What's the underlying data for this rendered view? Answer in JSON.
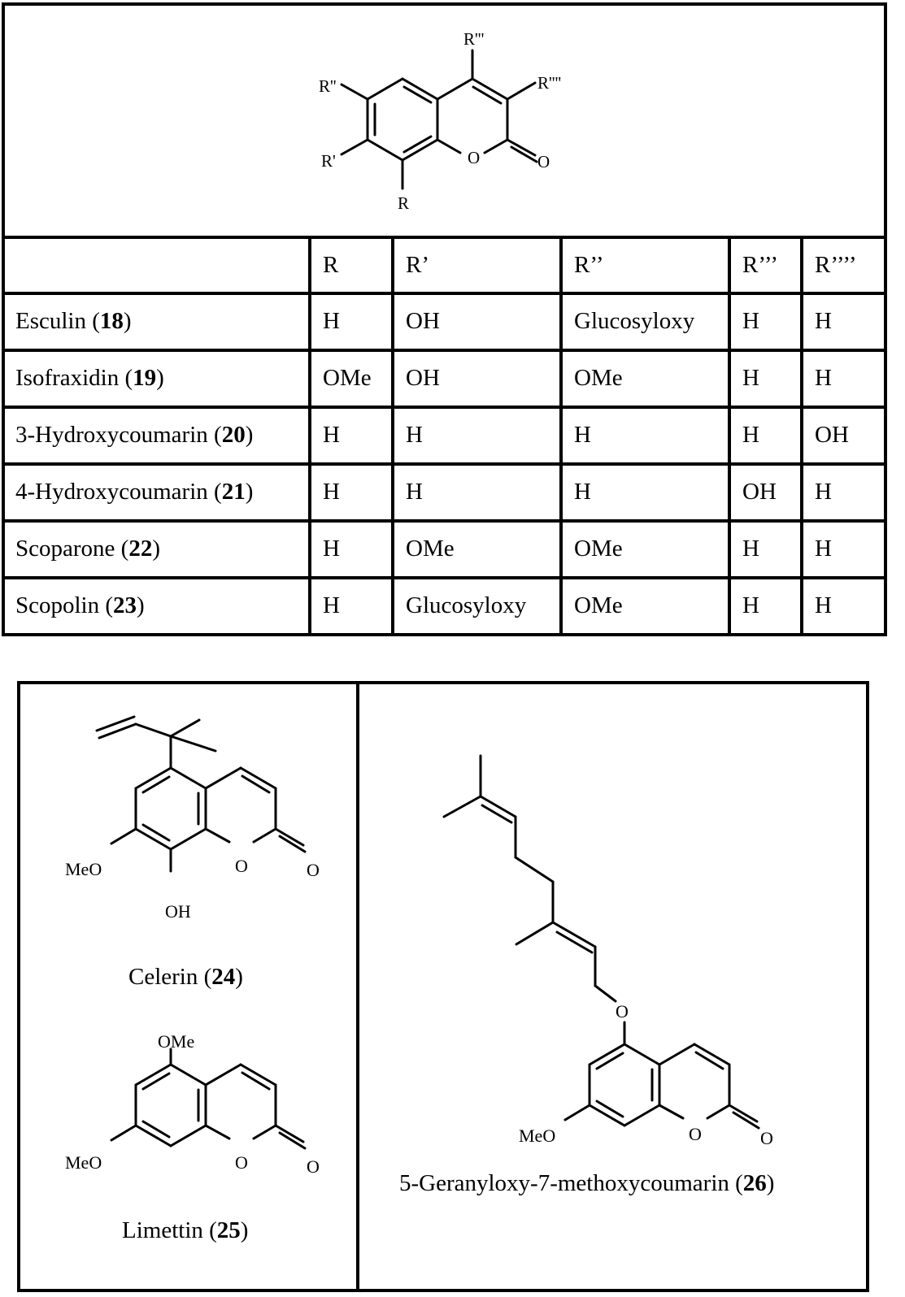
{
  "core_structure": {
    "labels": {
      "r": "R",
      "r1": "R'",
      "r2": "R''",
      "r3": "R'''",
      "r4": "R''''",
      "ring_o": "O",
      "carbonyl_o": "O"
    }
  },
  "table": {
    "headers": [
      "",
      "R",
      "R’",
      "R’’",
      "R’’’",
      "R’’’’"
    ],
    "rows": [
      {
        "name": "Esculin",
        "num": "18",
        "cells": [
          "H",
          "OH",
          "Glucosyloxy",
          "H",
          "H"
        ]
      },
      {
        "name": "Isofraxidin",
        "num": "19",
        "cells": [
          "OMe",
          "OH",
          "OMe",
          "H",
          "H"
        ]
      },
      {
        "name": "3-Hydroxycoumarin",
        "num": "20",
        "cells": [
          "H",
          "H",
          "H",
          "H",
          "OH"
        ]
      },
      {
        "name": "4-Hydroxycoumarin",
        "num": "21",
        "cells": [
          "H",
          "H",
          "H",
          "OH",
          "H"
        ]
      },
      {
        "name": "Scoparone",
        "num": "22",
        "cells": [
          "H",
          "OMe",
          "OMe",
          "H",
          "H"
        ]
      },
      {
        "name": "Scopolin",
        "num": "23",
        "cells": [
          "H",
          "Glucosyloxy",
          "OMe",
          "H",
          "H"
        ]
      }
    ]
  },
  "compounds": {
    "celerin": {
      "name": "Celerin",
      "num": "24",
      "meo": "MeO",
      "oh": "OH",
      "ring_o": "O",
      "carbonyl_o": "O"
    },
    "limettin": {
      "name": "Limettin",
      "num": "25",
      "ome": "OMe",
      "meo": "MeO",
      "ring_o": "O",
      "carbonyl_o": "O"
    },
    "geranyloxy": {
      "name": "5-Geranyloxy-7-methoxycoumarin",
      "num": "26",
      "ether_o": "O",
      "meo": "MeO",
      "ring_o": "O",
      "carbonyl_o": "O"
    }
  }
}
